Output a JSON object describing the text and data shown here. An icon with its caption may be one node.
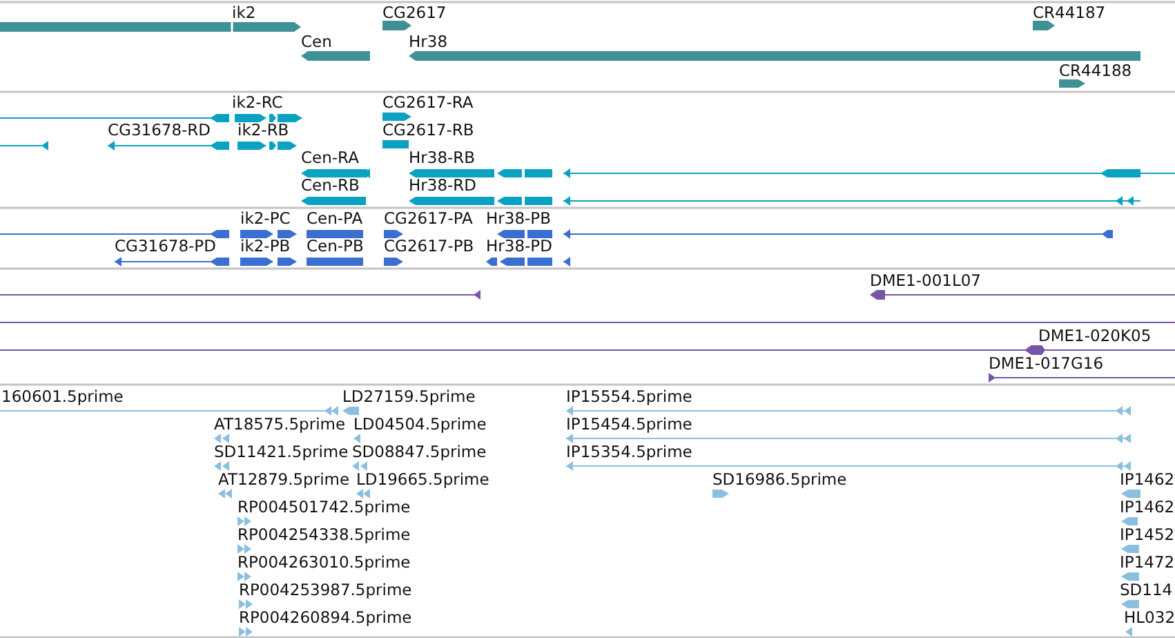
{
  "diagram": {
    "labels": [
      "ik2",
      "CG2617",
      "CR44187",
      "Cen",
      "Hr38",
      "CR44188",
      "ik2-RC",
      "CG2617-RA",
      "CG31678-RD",
      "ik2-RB",
      "CG2617-RB",
      "Cen-RA",
      "Hr38-RB",
      "Cen-RB",
      "Hr38-RD",
      "ik2-PC",
      "Cen-PA",
      "CG2617-PA",
      "Hr38-PB",
      "CG31678-PD",
      "ik2-PB",
      "Cen-PB",
      "CG2617-PB",
      "Hr38-PD",
      "DME1-001L07",
      "DME1-020K05",
      "DME1-017G16",
      "160601.5prime",
      "LD27159.5prime",
      "IP15554.5prime",
      "AT18575.5prime",
      "LD04504.5prime",
      "IP15454.5prime",
      "SD11421.5prime",
      "SD08847.5prime",
      "IP15354.5prime",
      "AT12879.5prime",
      "LD19665.5prime",
      "SD16986.5prime",
      "IP1462",
      "RP004501742.5prime",
      "IP1462",
      "RP004254338.5prime",
      "IP1452",
      "RP004263010.5prime",
      "IP1472",
      "RP004253987.5prime",
      "SD114",
      "RP004260894.5prime",
      "HL032"
    ]
  }
}
